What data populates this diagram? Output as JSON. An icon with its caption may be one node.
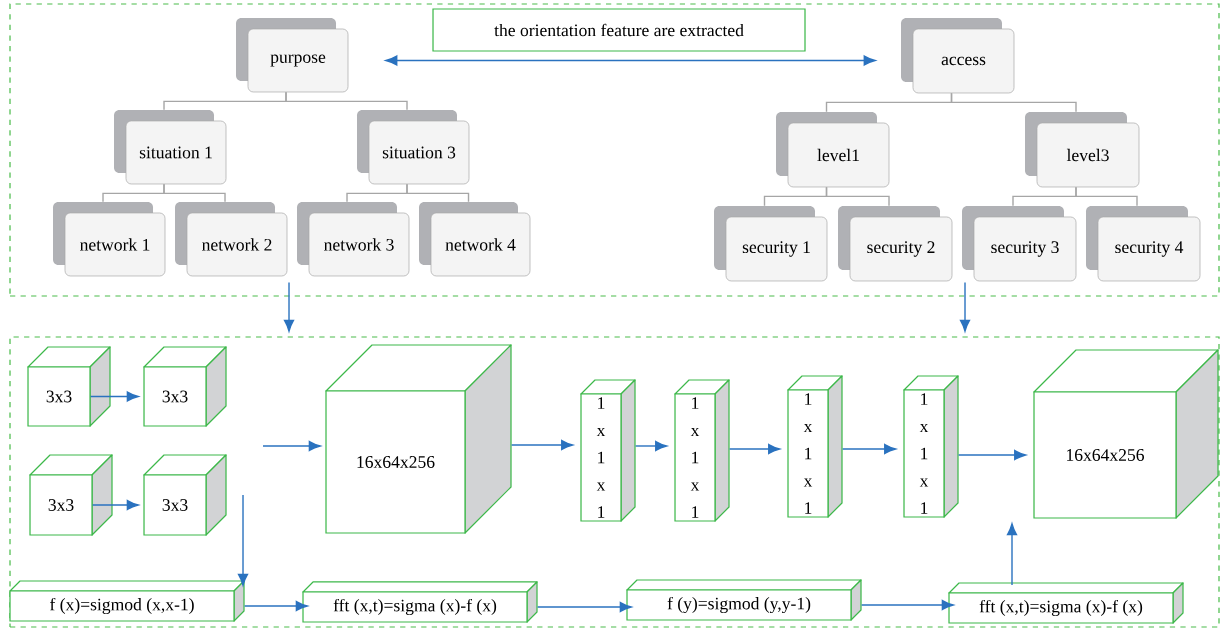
{
  "diagram": {
    "nodes": [
      {
        "text": [],
        "shape": "box"
      },
      {
        "text": [
          "the orientation feature are extracted"
        ],
        "in": 0
      },
      {
        "text": [
          "purpose"
        ],
        "in": 0
      },
      {
        "text": [
          "situation 1"
        ],
        "in": 0
      },
      {
        "text": [
          "situation 3"
        ],
        "in": 0
      },
      {
        "text": [
          "network 1"
        ],
        "in": 0
      },
      {
        "text": [
          "network 2"
        ],
        "in": 0
      },
      {
        "text": [
          "network 3"
        ],
        "in": 0
      },
      {
        "text": [
          "network 4"
        ],
        "in": 0
      },
      {
        "text": [
          "access"
        ],
        "in": 0
      },
      {
        "text": [
          "level1"
        ],
        "in": 0
      },
      {
        "text": [
          "level3"
        ],
        "in": 0
      },
      {
        "text": [
          "security 1"
        ],
        "in": 0
      },
      {
        "text": [
          "security 2"
        ],
        "in": 0
      },
      {
        "text": [
          "security 3"
        ],
        "in": 0
      },
      {
        "text": [
          "security 4"
        ],
        "in": 0
      },
      {
        "text": [],
        "shape": "box"
      },
      {
        "text": [
          "3x3"
        ],
        "in": 16
      },
      {
        "text": [
          "3x3"
        ],
        "in": 16
      },
      {
        "text": [
          "3x3"
        ],
        "in": 16
      },
      {
        "text": [
          "3x3"
        ],
        "in": 16
      },
      {
        "text": [
          "16x64x256"
        ],
        "in": 16
      },
      {
        "text": [
          "1 x 1 x 1"
        ],
        "in": 16
      },
      {
        "text": [
          "1 x 1 x 1"
        ],
        "in": 16
      },
      {
        "text": [
          "1 x 1 x 1"
        ],
        "in": 16
      },
      {
        "text": [
          "1 x 1 x 1"
        ],
        "in": 16
      },
      {
        "text": [
          "16x64x256"
        ],
        "in": 16
      },
      {
        "text": [
          "f (x)=sigmod (x,x-1)"
        ],
        "in": 16
      },
      {
        "text": [
          "fft (x,t)=sigma (x)-f (x)"
        ],
        "in": 16
      },
      {
        "text": [
          "f (y)=sigmod (y,y-1)"
        ],
        "in": 16
      },
      {
        "text": [
          "fft (x,t)=sigma (x)-f (x)"
        ],
        "in": 16
      }
    ],
    "edges": [
      {
        "from": 2,
        "to": 9,
        "arrow": "both"
      },
      {
        "from": 2,
        "to": 3,
        "arrow": "none",
        "color": "#a6a6a6"
      },
      {
        "from": 2,
        "to": 4,
        "arrow": "none",
        "color": "#a6a6a6"
      },
      {
        "from": 3,
        "to": 5,
        "arrow": "none",
        "color": "#a6a6a6"
      },
      {
        "from": 3,
        "to": 6,
        "arrow": "none",
        "color": "#a6a6a6"
      },
      {
        "from": 4,
        "to": 7,
        "arrow": "none",
        "color": "#a6a6a6"
      },
      {
        "from": 4,
        "to": 8,
        "arrow": "none",
        "color": "#a6a6a6"
      },
      {
        "from": 9,
        "to": 10,
        "arrow": "none",
        "color": "#a6a6a6"
      },
      {
        "from": 9,
        "to": 11,
        "arrow": "none",
        "color": "#a6a6a6"
      },
      {
        "from": 10,
        "to": 12,
        "arrow": "none",
        "color": "#a6a6a6"
      },
      {
        "from": 10,
        "to": 13,
        "arrow": "none",
        "color": "#a6a6a6"
      },
      {
        "from": 11,
        "to": 14,
        "arrow": "none",
        "color": "#a6a6a6"
      },
      {
        "from": 11,
        "to": 15,
        "arrow": "none",
        "color": "#a6a6a6"
      },
      {
        "from": 0,
        "to": 16,
        "arrow": "to"
      },
      {
        "from": 0,
        "to": 16,
        "arrow": "to"
      },
      {
        "from": 17,
        "to": 18,
        "arrow": "to"
      },
      {
        "from": 19,
        "to": 20,
        "arrow": "to"
      },
      {
        "from": null,
        "to": 21,
        "arrow": "to"
      },
      {
        "from": 21,
        "to": 22,
        "arrow": "to"
      },
      {
        "from": 22,
        "to": 23,
        "arrow": "to"
      },
      {
        "from": 23,
        "to": 24,
        "arrow": "to"
      },
      {
        "from": 24,
        "to": 25,
        "arrow": "to"
      },
      {
        "from": 25,
        "to": 26,
        "arrow": "to"
      },
      {
        "from": null,
        "to": 27,
        "arrow": "to"
      },
      {
        "from": 27,
        "to": 28,
        "arrow": "to"
      },
      {
        "from": 28,
        "to": 29,
        "arrow": "to"
      },
      {
        "from": 29,
        "to": 30,
        "arrow": "to"
      },
      {
        "from": 30,
        "to": 26,
        "arrow": "to"
      }
    ]
  }
}
